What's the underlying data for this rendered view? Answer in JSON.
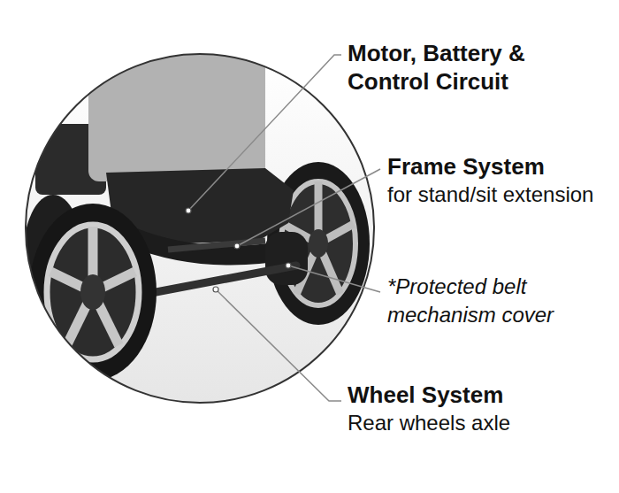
{
  "diagram": {
    "labels": [
      "Motor, Battery & Control Circuit",
      "Frame System",
      "for stand/sit extension",
      "*Protected belt mechanism cover",
      "Wheel System",
      "Rear wheels axle"
    ]
  }
}
